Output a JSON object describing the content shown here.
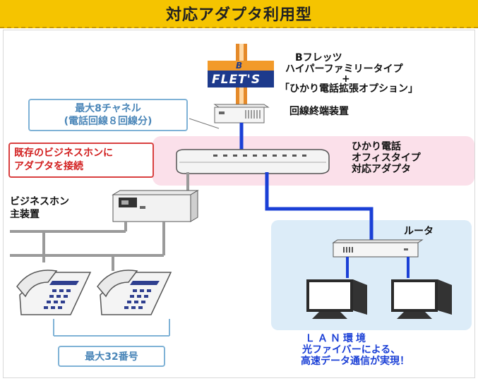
{
  "header": {
    "title": "対応アダプタ利用型"
  },
  "logo": {
    "b_letter": "B",
    "text": "FLET'S"
  },
  "labels": {
    "service_line1": "Bフレッツ",
    "service_line2": "ハイパーファミリータイプ",
    "service_plus": "+",
    "service_line3": "「ひかり電話拡張オプション」",
    "onu": "回線終端装置",
    "adapter_line1": "ひかり電話",
    "adapter_line2": "オフィスタイプ",
    "adapter_line3": "対応アダプタ",
    "pbx_line1": "ビジネスホン",
    "pbx_line2": "主装置",
    "router": "ルータ",
    "lan_line1": "ＬＡＮ環境",
    "lan_line2": "光ファイバーによる、",
    "lan_line3": "高速データ通信が実現！"
  },
  "callouts": {
    "channels_line1": "最大8チャネル",
    "channels_line2": "(電話回線８回線分)",
    "existing_line1": "既存のビジネスホンに",
    "existing_line2": "アダプタを接続",
    "max_numbers": "最大32番号"
  },
  "colors": {
    "header": "#f5c400",
    "fiber": "#e58a2a",
    "lan_cable": "#1a3fd6",
    "phone_line": "#9a9a9a",
    "pink_zone": "#fbe0ea",
    "blue_zone": "#dcecf8"
  }
}
